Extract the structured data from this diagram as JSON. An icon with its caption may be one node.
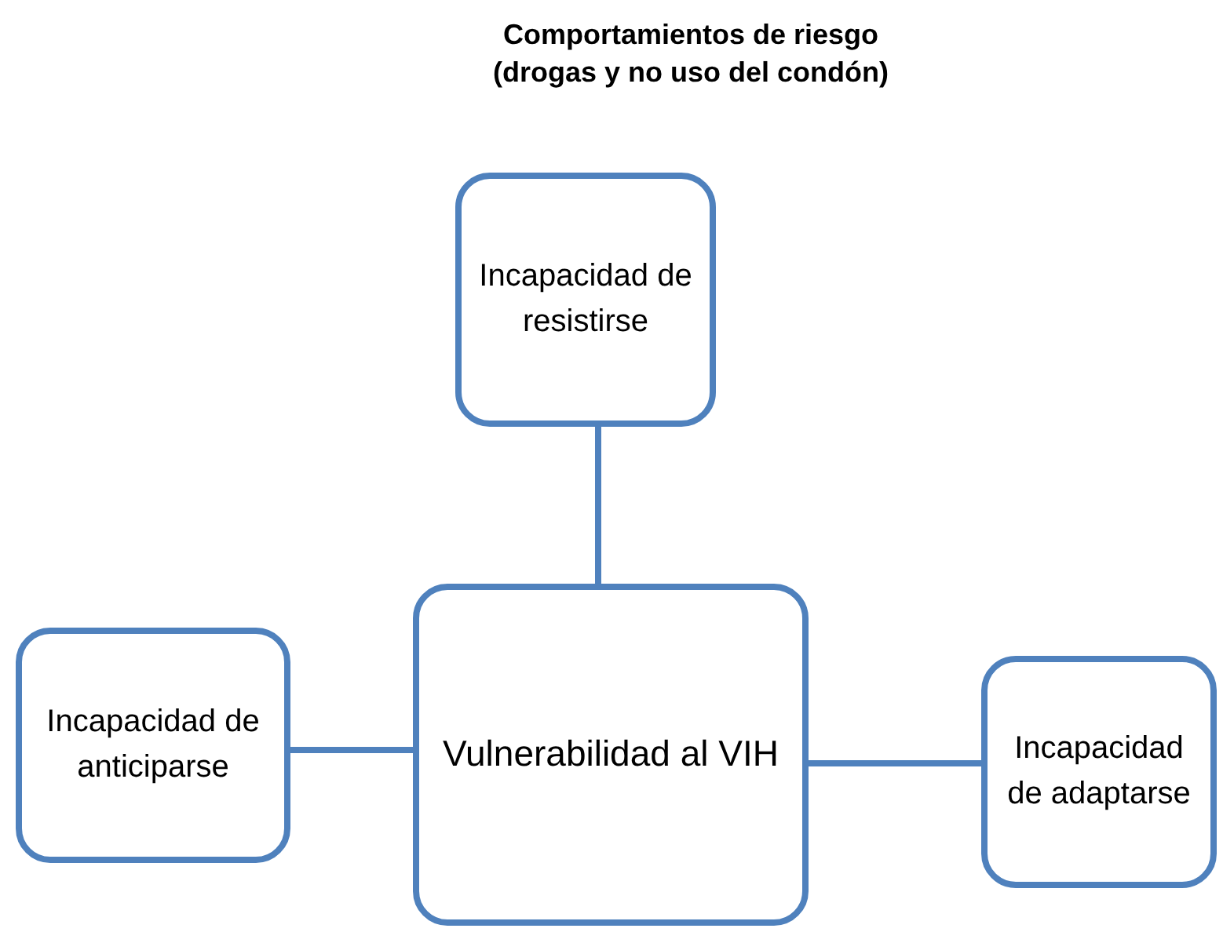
{
  "diagram": {
    "title": "Comportamientos de riesgo (drogas y no uso del condón)",
    "nodes": [
      {
        "text": [
          "Incapacidad de resistirse"
        ]
      },
      {
        "text": [
          "Vulnerabilidad al VIH"
        ]
      },
      {
        "text": [
          "Incapacidad de anticiparse"
        ]
      },
      {
        "text": [
          "Incapacidad de adaptarse"
        ]
      }
    ],
    "edges": [
      {
        "from": 0,
        "to": 1,
        "arrow": "none"
      },
      {
        "from": 2,
        "to": 1,
        "arrow": "none"
      },
      {
        "from": 1,
        "to": 3,
        "arrow": "none"
      }
    ]
  }
}
